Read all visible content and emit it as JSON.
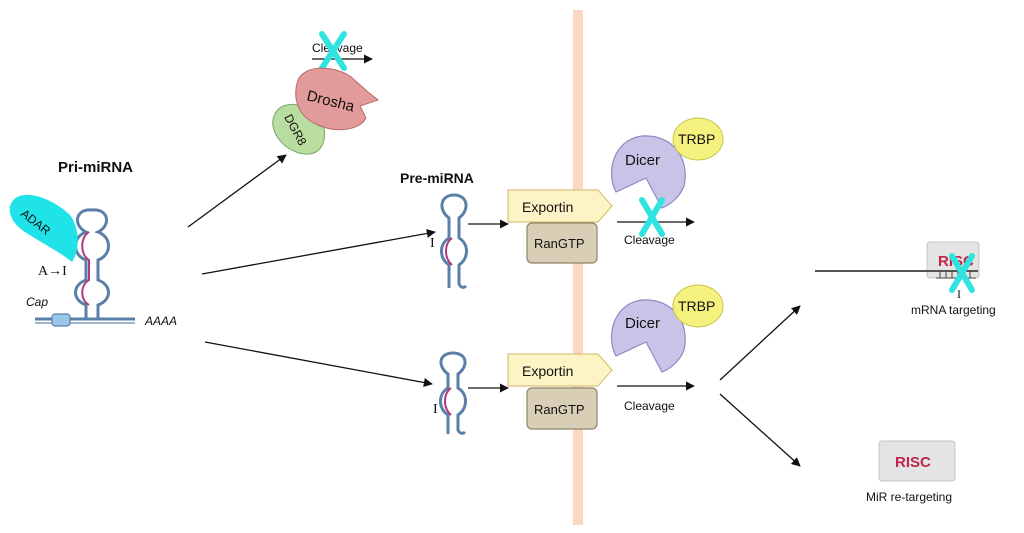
{
  "labels": {
    "pri_mirna": "Pri-miRNA",
    "pre_mirna": "Pre-miRNA",
    "adar": "ADAR",
    "a_to_i": "A→I",
    "cap": "Cap",
    "polya": "AAAA",
    "drosha": "Drosha",
    "dgr8": "DGR8",
    "cleavage_top": "Cleavage",
    "exportin_top": "Exportin",
    "exportin_bottom": "Exportin",
    "rangtp_top": "RanGTP",
    "rangtp_bottom": "RanGTP",
    "dicer_top": "Dicer",
    "dicer_bottom": "Dicer",
    "trbp_top": "TRBP",
    "trbp_bottom": "TRBP",
    "cleavage_mid": "Cleavage",
    "cleavage_bottom": "Cleavage",
    "inosine_top": "I",
    "inosine_bottom": "I",
    "inosine_mrna": "I",
    "risc_top": "RISC",
    "risc_bottom": "RISC",
    "mrna_targeting": "mRNA targeting",
    "mir_retargeting": "MiR re-targeting"
  },
  "colors": {
    "membrane": "#fbd7c2",
    "adar": "#1fe3e8",
    "drosha": "#e39a9a",
    "dgr8": "#b9dc9f",
    "dicer": "#c8c4e8",
    "trbp": "#f5f17f",
    "exportin": "#fdf4c6",
    "rangtp": "#d9cfb6",
    "risc_box": "#e4e4e4",
    "risc_text": "#c0254c",
    "block_x": "#2fe3e0",
    "rna_backbone": "#5a7fa8",
    "edited_strand": "#b03a7a"
  }
}
